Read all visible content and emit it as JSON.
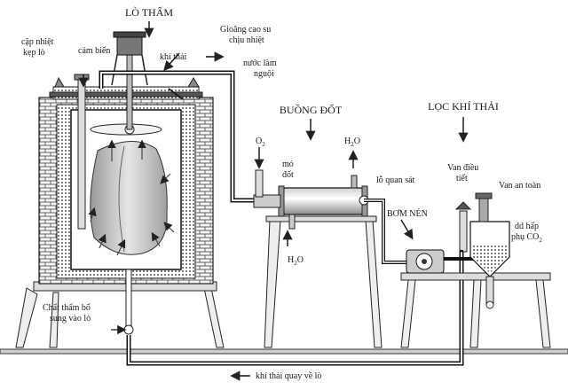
{
  "titles": {
    "furnace": "LÒ THẤM",
    "burner": "BUỒNG ĐỐT",
    "filter": "LỌC KHÍ THẢI"
  },
  "labels": {
    "thermocouple_a": "cặp nhiệt",
    "thermocouple_b": "kẹp lò",
    "sensor": "cảm biến",
    "exhaust_gas": "khí thải",
    "gasket_a": "Gioăng cao su",
    "gasket_b": "chịu nhiệt",
    "cooling_water_a": "nước làm",
    "cooling_water_b": "nguội",
    "o2_main": "O",
    "o2_sub": "2",
    "burner_nozzle_a": "mỏ",
    "burner_nozzle_b": "đốt",
    "h2o_top_main": "H",
    "h2o_top_sub": "2",
    "h2o_top_end": "O",
    "h2o_bottom_main": "H",
    "h2o_bottom_sub": "2",
    "h2o_bottom_end": "O",
    "sight_hole": "lỗ quan sát",
    "compressor_pump": "BƠM NÉN",
    "control_valve_a": "Van điều",
    "control_valve_b": "tiết",
    "safety_valve": "Van an toàn",
    "co2_absorb_a": "dd hấp",
    "co2_absorb_b_main": "phụ CO",
    "co2_absorb_b_sub": "2",
    "additive_a": "Chất thấm bổ",
    "additive_b": "sung vào lò",
    "return_gas": "khí thải quay về lò"
  }
}
